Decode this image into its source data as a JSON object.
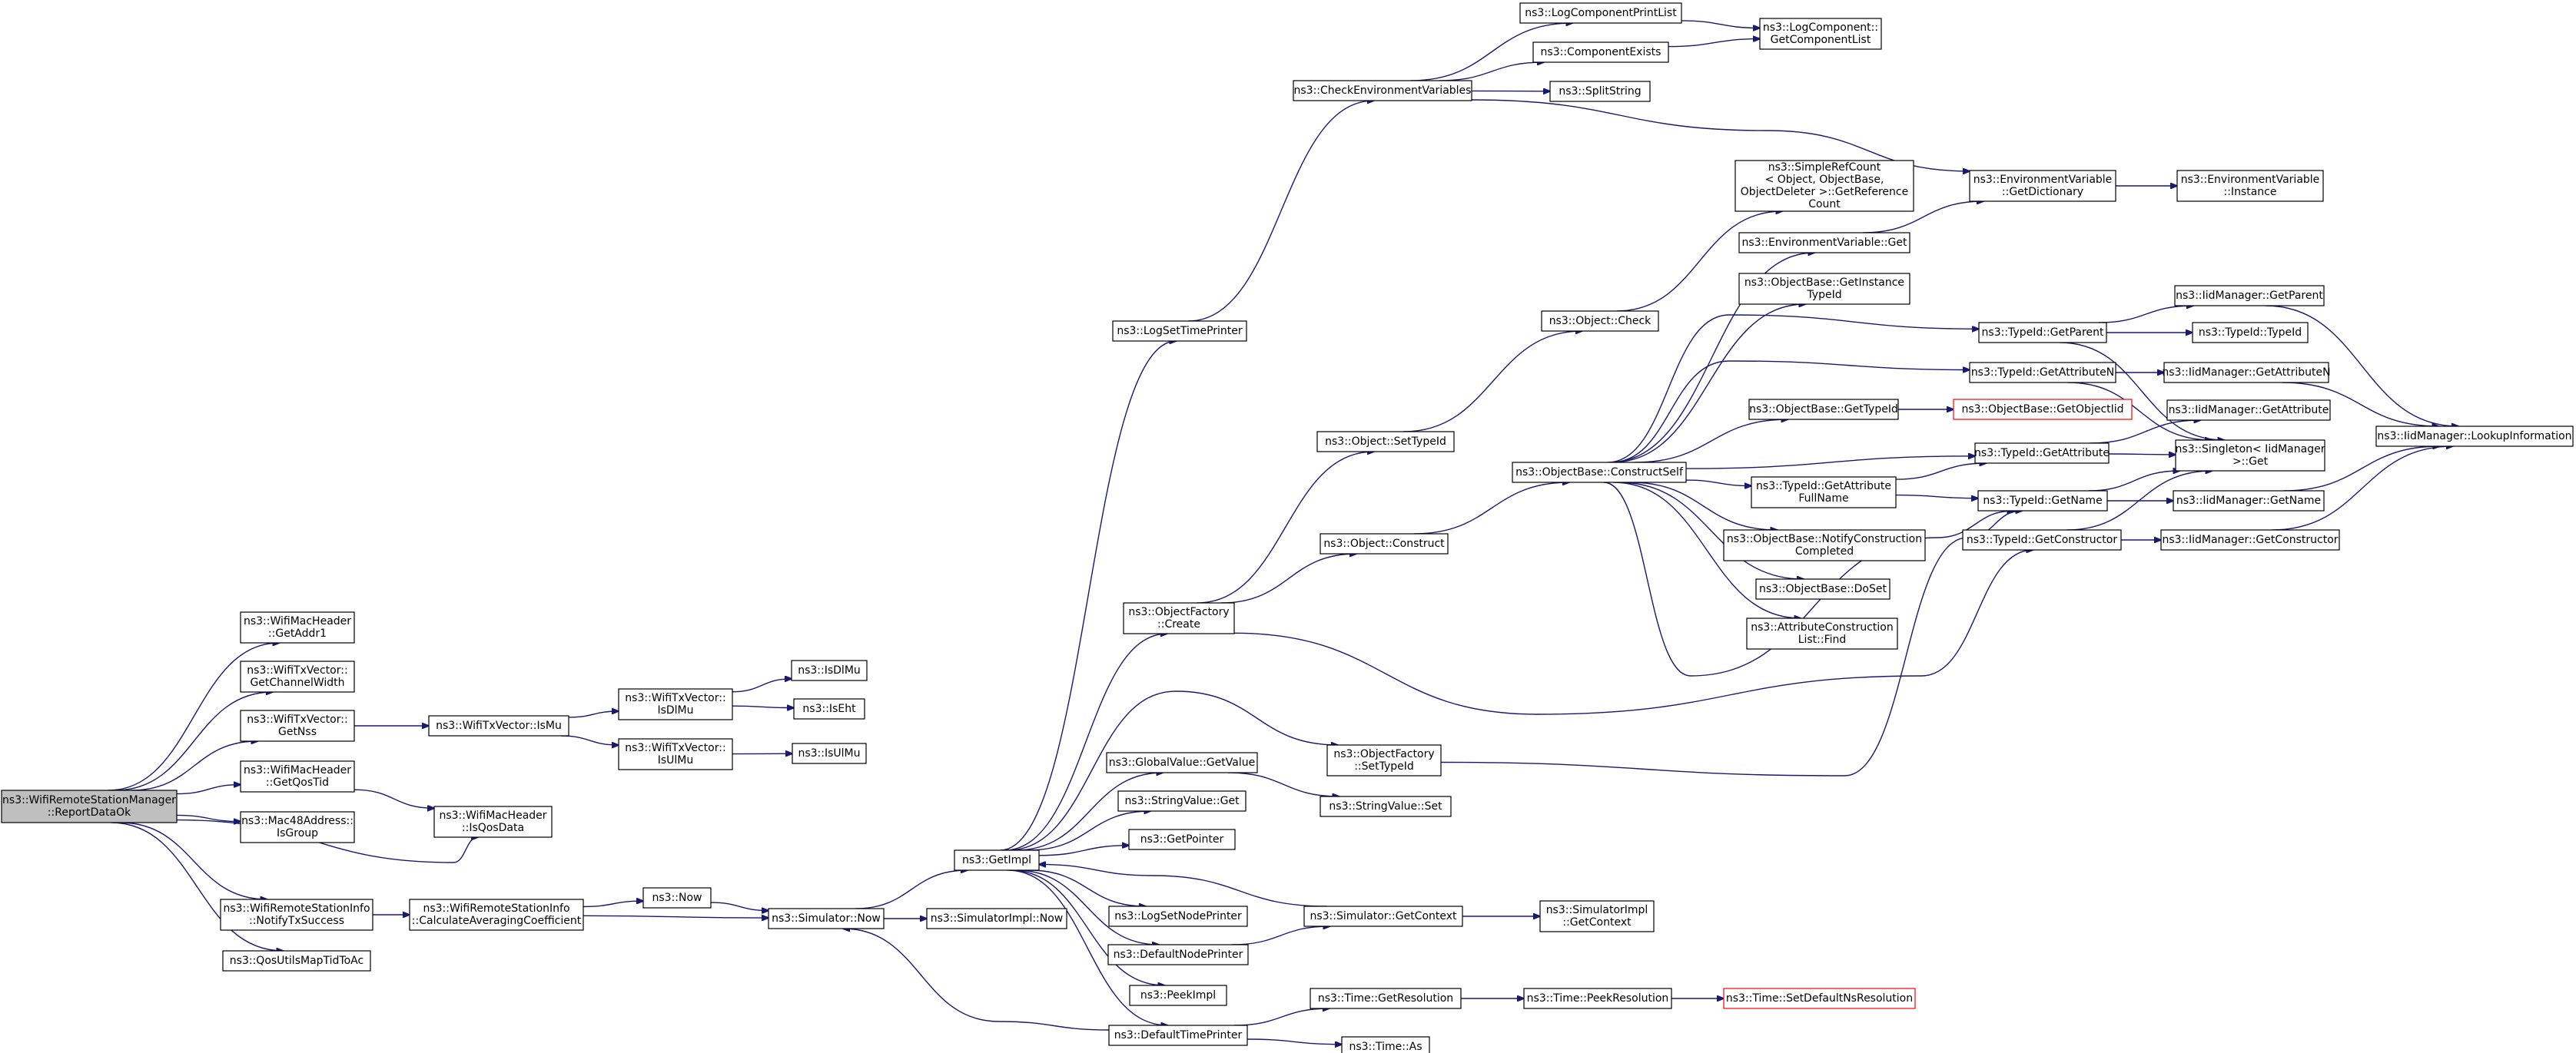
{
  "colors": {
    "edge": "#191970",
    "root_fill": "#bfbfbf",
    "missing_border": "#ff0000",
    "node_border": "#000000"
  },
  "nodes": {
    "root": {
      "lines": [
        "ns3::WifiRemoteStationManager",
        "::ReportDataOk"
      ]
    },
    "getaddr1": {
      "lines": [
        "ns3::WifiMacHeader",
        "::GetAddr1"
      ]
    },
    "getchannelwidth": {
      "lines": [
        "ns3::WifiTxVector::",
        "GetChannelWidth"
      ]
    },
    "getnss": {
      "lines": [
        "ns3::WifiTxVector::",
        "GetNss"
      ]
    },
    "getqostid": {
      "lines": [
        "ns3::WifiMacHeader",
        "::GetQosTid"
      ]
    },
    "isgroup": {
      "lines": [
        "ns3::Mac48Address::",
        "IsGroup"
      ]
    },
    "notifytxsuccess": {
      "lines": [
        "ns3::WifiRemoteStationInfo",
        "::NotifyTxSuccess"
      ]
    },
    "qosutils": {
      "lines": [
        "ns3::QosUtilsMapTidToAc"
      ]
    },
    "ismu": {
      "lines": [
        "ns3::WifiTxVector::IsMu"
      ]
    },
    "isqosdata": {
      "lines": [
        "ns3::WifiMacHeader",
        "::IsQosData"
      ]
    },
    "calcavg": {
      "lines": [
        "ns3::WifiRemoteStationInfo",
        "::CalculateAveragingCoefficient"
      ]
    },
    "isdlmu_v": {
      "lines": [
        "ns3::WifiTxVector::",
        "IsDlMu"
      ]
    },
    "isulmu_v": {
      "lines": [
        "ns3::WifiTxVector::",
        "IsUlMu"
      ]
    },
    "isdlmu": {
      "lines": [
        "ns3::IsDlMu"
      ]
    },
    "iseht": {
      "lines": [
        "ns3::IsEht"
      ]
    },
    "isulmu": {
      "lines": [
        "ns3::IsUlMu"
      ]
    },
    "now": {
      "lines": [
        "ns3::Now"
      ]
    },
    "simnow": {
      "lines": [
        "ns3::Simulator::Now"
      ]
    },
    "simimplnow": {
      "lines": [
        "ns3::SimulatorImpl::Now"
      ]
    },
    "getimpl": {
      "lines": [
        "ns3::GetImpl"
      ]
    },
    "logsettimeprinter": {
      "lines": [
        "ns3::LogSetTimePrinter"
      ]
    },
    "objfactorycreate": {
      "lines": [
        "ns3::ObjectFactory",
        "::Create"
      ]
    },
    "globalvalue": {
      "lines": [
        "ns3::GlobalValue::GetValue"
      ]
    },
    "stringvalueget": {
      "lines": [
        "ns3::StringValue::Get"
      ]
    },
    "getpointer": {
      "lines": [
        "ns3::GetPointer"
      ]
    },
    "logsetnodeprinter": {
      "lines": [
        "ns3::LogSetNodePrinter"
      ]
    },
    "defaultnodeprinter": {
      "lines": [
        "ns3::DefaultNodePrinter"
      ]
    },
    "peekimpl": {
      "lines": [
        "ns3::PeekImpl"
      ]
    },
    "defaulttimeprinter": {
      "lines": [
        "ns3::DefaultTimePrinter"
      ]
    },
    "checkenv": {
      "lines": [
        "ns3::CheckEnvironmentVariables"
      ]
    },
    "objsettypeid": {
      "lines": [
        "ns3::Object::SetTypeId"
      ]
    },
    "objconstruct": {
      "lines": [
        "ns3::Object::Construct"
      ]
    },
    "objfactorysettypeid": {
      "lines": [
        "ns3::ObjectFactory",
        "::SetTypeId"
      ]
    },
    "stringvalueset": {
      "lines": [
        "ns3::StringValue::Set"
      ]
    },
    "simgetcontext": {
      "lines": [
        "ns3::Simulator::GetContext"
      ]
    },
    "timegetresolution": {
      "lines": [
        "ns3::Time::GetResolution"
      ]
    },
    "timeas": {
      "lines": [
        "ns3::Time::As"
      ]
    },
    "logcomponentprintlist": {
      "lines": [
        "ns3::LogComponentPrintList"
      ]
    },
    "componentexists": {
      "lines": [
        "ns3::ComponentExists"
      ]
    },
    "splitstring": {
      "lines": [
        "ns3::SplitString"
      ]
    },
    "objcheck": {
      "lines": [
        "ns3::Object::Check"
      ]
    },
    "constructself": {
      "lines": [
        "ns3::ObjectBase::ConstructSelf"
      ]
    },
    "simimplgetcontext": {
      "lines": [
        "ns3::SimulatorImpl",
        "::GetContext"
      ]
    },
    "peekresolution": {
      "lines": [
        "ns3::Time::PeekResolution"
      ]
    },
    "setdefaultnsres": {
      "lines": [
        "ns3::Time::SetDefaultNsResolution"
      ]
    },
    "getcomponentlist": {
      "lines": [
        "ns3::LogComponent::",
        "GetComponentList"
      ]
    },
    "simplerefcount": {
      "lines": [
        "ns3::SimpleRefCount",
        "< Object, ObjectBase,",
        "ObjectDeleter >::GetReference",
        "Count"
      ]
    },
    "envvarget": {
      "lines": [
        "ns3::EnvironmentVariable::Get"
      ]
    },
    "getinstancetypeid": {
      "lines": [
        "ns3::ObjectBase::GetInstance",
        "TypeId"
      ]
    },
    "objbasegettypeid": {
      "lines": [
        "ns3::ObjectBase::GetTypeId"
      ]
    },
    "getattributefullname": {
      "lines": [
        "ns3::TypeId::GetAttribute",
        "FullName"
      ]
    },
    "notifyconstruction": {
      "lines": [
        "ns3::ObjectBase::NotifyConstruction",
        "Completed"
      ]
    },
    "doset": {
      "lines": [
        "ns3::ObjectBase::DoSet"
      ]
    },
    "attrconstructionfind": {
      "lines": [
        "ns3::AttributeConstruction",
        "List::Find"
      ]
    },
    "envgetdictionary": {
      "lines": [
        "ns3::EnvironmentVariable",
        "::GetDictionary"
      ]
    },
    "typeidgetparent": {
      "lines": [
        "ns3::TypeId::GetParent"
      ]
    },
    "typeidgetattributen": {
      "lines": [
        "ns3::TypeId::GetAttributeN"
      ]
    },
    "getobjectiid": {
      "lines": [
        "ns3::ObjectBase::GetObjectIid"
      ]
    },
    "typeidgetattribute": {
      "lines": [
        "ns3::TypeId::GetAttribute"
      ]
    },
    "typeidgetname": {
      "lines": [
        "ns3::TypeId::GetName"
      ]
    },
    "typeidgetconstructor": {
      "lines": [
        "ns3::TypeId::GetConstructor"
      ]
    },
    "envinstance": {
      "lines": [
        "ns3::EnvironmentVariable",
        "::Instance"
      ]
    },
    "iidgetparent": {
      "lines": [
        "ns3::IidManager::GetParent"
      ]
    },
    "typeidtypeid": {
      "lines": [
        "ns3::TypeId::TypeId"
      ]
    },
    "iidgetattributen": {
      "lines": [
        "ns3::IidManager::GetAttributeN"
      ]
    },
    "iidgetattribute": {
      "lines": [
        "ns3::IidManager::GetAttribute"
      ]
    },
    "singletonget": {
      "lines": [
        "ns3::Singleton< IidManager",
        ">::Get"
      ]
    },
    "iidgetname": {
      "lines": [
        "ns3::IidManager::GetName"
      ]
    },
    "iidgetconstructor": {
      "lines": [
        "ns3::IidManager::GetConstructor"
      ]
    },
    "lookupinformation": {
      "lines": [
        "ns3::IidManager::LookupInformation"
      ]
    }
  }
}
